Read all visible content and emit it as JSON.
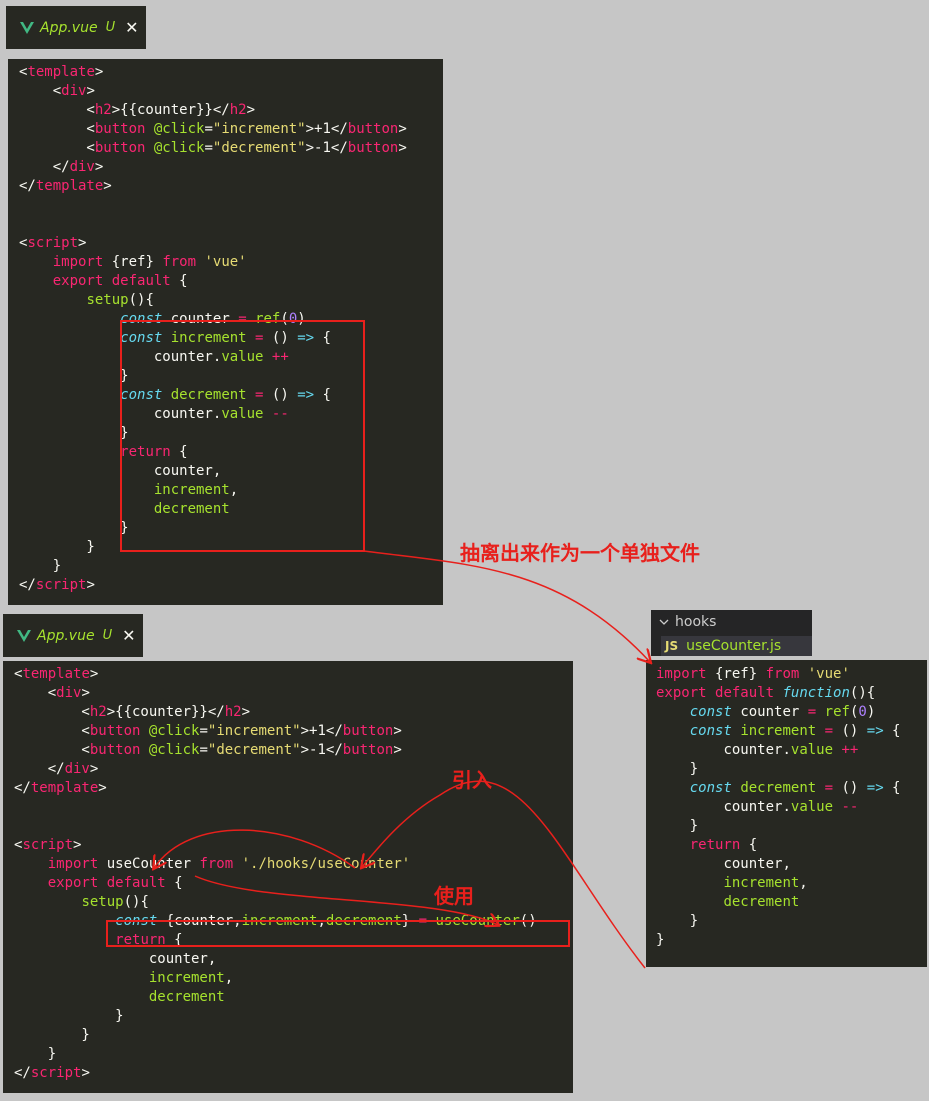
{
  "tab_top": {
    "filename": "App.vue",
    "modified": "U",
    "close": "✕"
  },
  "tab_bottom": {
    "filename": "App.vue",
    "modified": "U",
    "close": "✕"
  },
  "explorer": {
    "folder": "hooks",
    "file_badge": "JS",
    "file_name": "useCounter.js"
  },
  "annotations": {
    "extract": "抽离出来作为一个单独文件",
    "import": "引入",
    "use": "使用"
  },
  "code_top": [
    [
      [
        "pn",
        "<"
      ],
      [
        "tag",
        "template"
      ],
      [
        "pn",
        ">"
      ]
    ],
    [
      [
        "pn",
        "    <"
      ],
      [
        "tag",
        "div"
      ],
      [
        "pn",
        ">"
      ]
    ],
    [
      [
        "pn",
        "        <"
      ],
      [
        "tag",
        "h2"
      ],
      [
        "pn",
        ">{{counter}}</"
      ],
      [
        "tag",
        "h2"
      ],
      [
        "pn",
        ">"
      ]
    ],
    [
      [
        "pn",
        "        <"
      ],
      [
        "tag",
        "button"
      ],
      [
        "pn",
        " "
      ],
      [
        "attr",
        "@click"
      ],
      [
        "pn",
        "="
      ],
      [
        "str",
        "\"increment\""
      ],
      [
        "pn",
        ">+1</"
      ],
      [
        "tag",
        "button"
      ],
      [
        "pn",
        ">"
      ]
    ],
    [
      [
        "pn",
        "        <"
      ],
      [
        "tag",
        "button"
      ],
      [
        "pn",
        " "
      ],
      [
        "attr",
        "@click"
      ],
      [
        "pn",
        "="
      ],
      [
        "str",
        "\"decrement\""
      ],
      [
        "pn",
        ">-1</"
      ],
      [
        "tag",
        "button"
      ],
      [
        "pn",
        ">"
      ]
    ],
    [
      [
        "pn",
        "    </"
      ],
      [
        "tag",
        "div"
      ],
      [
        "pn",
        ">"
      ]
    ],
    [
      [
        "pn",
        "</"
      ],
      [
        "tag",
        "template"
      ],
      [
        "pn",
        ">"
      ]
    ],
    [],
    [],
    [
      [
        "pn",
        "<"
      ],
      [
        "tag",
        "script"
      ],
      [
        "pn",
        ">"
      ]
    ],
    [
      [
        "pn",
        "    "
      ],
      [
        "kw",
        "import"
      ],
      [
        "pn",
        " {ref} "
      ],
      [
        "kw",
        "from"
      ],
      [
        "pn",
        " "
      ],
      [
        "str",
        "'vue'"
      ]
    ],
    [
      [
        "pn",
        "    "
      ],
      [
        "kw",
        "export"
      ],
      [
        "pn",
        " "
      ],
      [
        "kw",
        "default"
      ],
      [
        "pn",
        " {"
      ]
    ],
    [
      [
        "pn",
        "        "
      ],
      [
        "fn",
        "setup"
      ],
      [
        "pn",
        "(){"
      ]
    ],
    [
      [
        "pn",
        "            "
      ],
      [
        "st",
        "const"
      ],
      [
        "pn",
        " "
      ],
      [
        "var",
        "counter"
      ],
      [
        "pn",
        " "
      ],
      [
        "op",
        "="
      ],
      [
        "pn",
        " "
      ],
      [
        "fn",
        "ref"
      ],
      [
        "pn",
        "("
      ],
      [
        "num",
        "0"
      ],
      [
        "pn",
        ")"
      ]
    ],
    [
      [
        "pn",
        "            "
      ],
      [
        "st",
        "const"
      ],
      [
        "pn",
        " "
      ],
      [
        "fn",
        "increment"
      ],
      [
        "pn",
        " "
      ],
      [
        "op",
        "="
      ],
      [
        "pn",
        " () "
      ],
      [
        "st",
        "=>"
      ],
      [
        "pn",
        " {"
      ]
    ],
    [
      [
        "pn",
        "                "
      ],
      [
        "var",
        "counter"
      ],
      [
        "pn",
        "."
      ],
      [
        "fn",
        "value"
      ],
      [
        "pn",
        " "
      ],
      [
        "op",
        "++"
      ]
    ],
    [
      [
        "pn",
        "            }"
      ]
    ],
    [
      [
        "pn",
        "            "
      ],
      [
        "st",
        "const"
      ],
      [
        "pn",
        " "
      ],
      [
        "fn",
        "decrement"
      ],
      [
        "pn",
        " "
      ],
      [
        "op",
        "="
      ],
      [
        "pn",
        " () "
      ],
      [
        "st",
        "=>"
      ],
      [
        "pn",
        " {"
      ]
    ],
    [
      [
        "pn",
        "                "
      ],
      [
        "var",
        "counter"
      ],
      [
        "pn",
        "."
      ],
      [
        "fn",
        "value"
      ],
      [
        "pn",
        " "
      ],
      [
        "op",
        "--"
      ]
    ],
    [
      [
        "pn",
        "            }"
      ]
    ],
    [
      [
        "pn",
        "            "
      ],
      [
        "kw",
        "return"
      ],
      [
        "pn",
        " {"
      ]
    ],
    [
      [
        "pn",
        "                "
      ],
      [
        "var",
        "counter"
      ],
      [
        "pn",
        ","
      ]
    ],
    [
      [
        "pn",
        "                "
      ],
      [
        "fn",
        "increment"
      ],
      [
        "pn",
        ","
      ]
    ],
    [
      [
        "pn",
        "                "
      ],
      [
        "fn",
        "decrement"
      ]
    ],
    [
      [
        "pn",
        "            }"
      ]
    ],
    [
      [
        "pn",
        "        }"
      ]
    ],
    [
      [
        "pn",
        "    }"
      ]
    ],
    [
      [
        "pn",
        "</"
      ],
      [
        "tag",
        "script"
      ],
      [
        "pn",
        ">"
      ]
    ]
  ],
  "code_right": [
    [
      [
        "kw",
        "import"
      ],
      [
        "pn",
        " {ref} "
      ],
      [
        "kw",
        "from"
      ],
      [
        "pn",
        " "
      ],
      [
        "str",
        "'vue'"
      ]
    ],
    [
      [
        "kw",
        "export"
      ],
      [
        "pn",
        " "
      ],
      [
        "kw",
        "default"
      ],
      [
        "pn",
        " "
      ],
      [
        "st",
        "function"
      ],
      [
        "pn",
        "(){"
      ]
    ],
    [
      [
        "pn",
        "    "
      ],
      [
        "st",
        "const"
      ],
      [
        "pn",
        " "
      ],
      [
        "var",
        "counter"
      ],
      [
        "pn",
        " "
      ],
      [
        "op",
        "="
      ],
      [
        "pn",
        " "
      ],
      [
        "fn",
        "ref"
      ],
      [
        "pn",
        "("
      ],
      [
        "num",
        "0"
      ],
      [
        "pn",
        ")"
      ]
    ],
    [
      [
        "pn",
        "    "
      ],
      [
        "st",
        "const"
      ],
      [
        "pn",
        " "
      ],
      [
        "fn",
        "increment"
      ],
      [
        "pn",
        " "
      ],
      [
        "op",
        "="
      ],
      [
        "pn",
        " () "
      ],
      [
        "st",
        "=>"
      ],
      [
        "pn",
        " {"
      ]
    ],
    [
      [
        "pn",
        "        "
      ],
      [
        "var",
        "counter"
      ],
      [
        "pn",
        "."
      ],
      [
        "fn",
        "value"
      ],
      [
        "pn",
        " "
      ],
      [
        "op",
        "++"
      ]
    ],
    [
      [
        "pn",
        "    }"
      ]
    ],
    [
      [
        "pn",
        "    "
      ],
      [
        "st",
        "const"
      ],
      [
        "pn",
        " "
      ],
      [
        "fn",
        "decrement"
      ],
      [
        "pn",
        " "
      ],
      [
        "op",
        "="
      ],
      [
        "pn",
        " () "
      ],
      [
        "st",
        "=>"
      ],
      [
        "pn",
        " {"
      ]
    ],
    [
      [
        "pn",
        "        "
      ],
      [
        "var",
        "counter"
      ],
      [
        "pn",
        "."
      ],
      [
        "fn",
        "value"
      ],
      [
        "pn",
        " "
      ],
      [
        "op",
        "--"
      ]
    ],
    [
      [
        "pn",
        "    }"
      ]
    ],
    [
      [
        "pn",
        "    "
      ],
      [
        "kw",
        "return"
      ],
      [
        "pn",
        " {"
      ]
    ],
    [
      [
        "pn",
        "        "
      ],
      [
        "var",
        "counter"
      ],
      [
        "pn",
        ","
      ]
    ],
    [
      [
        "pn",
        "        "
      ],
      [
        "fn",
        "increment"
      ],
      [
        "pn",
        ","
      ]
    ],
    [
      [
        "pn",
        "        "
      ],
      [
        "fn",
        "decrement"
      ]
    ],
    [
      [
        "pn",
        "    }"
      ]
    ],
    [
      [
        "pn",
        "}"
      ]
    ]
  ],
  "code_bottom": [
    [
      [
        "pn",
        "<"
      ],
      [
        "tag",
        "template"
      ],
      [
        "pn",
        ">"
      ]
    ],
    [
      [
        "pn",
        "    <"
      ],
      [
        "tag",
        "div"
      ],
      [
        "pn",
        ">"
      ]
    ],
    [
      [
        "pn",
        "        <"
      ],
      [
        "tag",
        "h2"
      ],
      [
        "pn",
        ">{{counter}}</"
      ],
      [
        "tag",
        "h2"
      ],
      [
        "pn",
        ">"
      ]
    ],
    [
      [
        "pn",
        "        <"
      ],
      [
        "tag",
        "button"
      ],
      [
        "pn",
        " "
      ],
      [
        "attr",
        "@click"
      ],
      [
        "pn",
        "="
      ],
      [
        "str",
        "\"increment\""
      ],
      [
        "pn",
        ">+1</"
      ],
      [
        "tag",
        "button"
      ],
      [
        "pn",
        ">"
      ]
    ],
    [
      [
        "pn",
        "        <"
      ],
      [
        "tag",
        "button"
      ],
      [
        "pn",
        " "
      ],
      [
        "attr",
        "@click"
      ],
      [
        "pn",
        "="
      ],
      [
        "str",
        "\"decrement\""
      ],
      [
        "pn",
        ">-1</"
      ],
      [
        "tag",
        "button"
      ],
      [
        "pn",
        ">"
      ]
    ],
    [
      [
        "pn",
        "    </"
      ],
      [
        "tag",
        "div"
      ],
      [
        "pn",
        ">"
      ]
    ],
    [
      [
        "pn",
        "</"
      ],
      [
        "tag",
        "template"
      ],
      [
        "pn",
        ">"
      ]
    ],
    [],
    [],
    [
      [
        "pn",
        "<"
      ],
      [
        "tag",
        "script"
      ],
      [
        "pn",
        ">"
      ]
    ],
    [
      [
        "pn",
        "    "
      ],
      [
        "kw",
        "import"
      ],
      [
        "pn",
        " useCounter "
      ],
      [
        "kw",
        "from"
      ],
      [
        "pn",
        " "
      ],
      [
        "str",
        "'./hooks/useCounter'"
      ]
    ],
    [
      [
        "pn",
        "    "
      ],
      [
        "kw",
        "export"
      ],
      [
        "pn",
        " "
      ],
      [
        "kw",
        "default"
      ],
      [
        "pn",
        " {"
      ]
    ],
    [
      [
        "pn",
        "        "
      ],
      [
        "fn",
        "setup"
      ],
      [
        "pn",
        "(){"
      ]
    ],
    [
      [
        "pn",
        "            "
      ],
      [
        "st",
        "const"
      ],
      [
        "pn",
        " {counter,"
      ],
      [
        "fn",
        "increment"
      ],
      [
        "pn",
        ","
      ],
      [
        "fn",
        "decrement"
      ],
      [
        "pn",
        "} "
      ],
      [
        "op",
        "="
      ],
      [
        "pn",
        " "
      ],
      [
        "fn",
        "useCounter"
      ],
      [
        "pn",
        "()"
      ]
    ],
    [
      [
        "pn",
        "            "
      ],
      [
        "kw",
        "return"
      ],
      [
        "pn",
        " {"
      ]
    ],
    [
      [
        "pn",
        "                "
      ],
      [
        "var",
        "counter"
      ],
      [
        "pn",
        ","
      ]
    ],
    [
      [
        "pn",
        "                "
      ],
      [
        "fn",
        "increment"
      ],
      [
        "pn",
        ","
      ]
    ],
    [
      [
        "pn",
        "                "
      ],
      [
        "fn",
        "decrement"
      ]
    ],
    [
      [
        "pn",
        "            }"
      ]
    ],
    [
      [
        "pn",
        "        }"
      ]
    ],
    [
      [
        "pn",
        "    }"
      ]
    ],
    [
      [
        "pn",
        "</"
      ],
      [
        "tag",
        "script"
      ],
      [
        "pn",
        ">"
      ]
    ]
  ]
}
